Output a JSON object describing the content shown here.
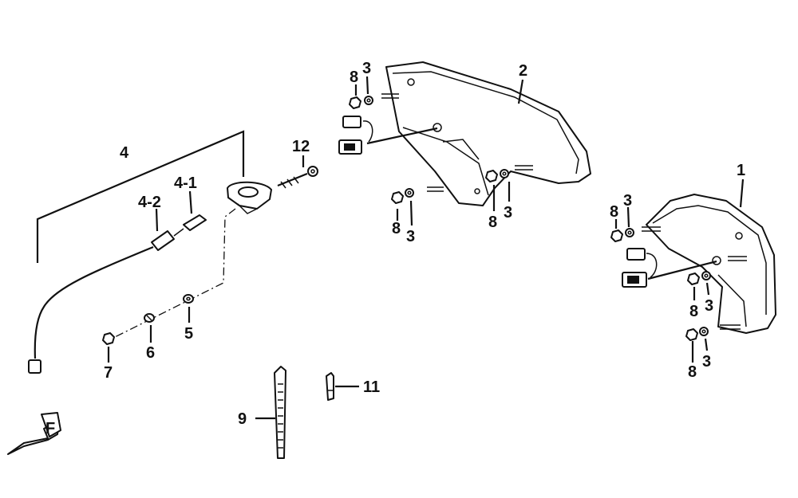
{
  "callouts": {
    "c1": "1",
    "c2": "2",
    "c3_a": "3",
    "c3_b": "3",
    "c3_c": "3",
    "c3_d": "3",
    "c3_e": "3",
    "c3_f": "3",
    "c4": "4",
    "c4_1": "4-1",
    "c4_2": "4-2",
    "c5": "5",
    "c6": "6",
    "c7": "7",
    "c8_a": "8",
    "c8_b": "8",
    "c8_c": "8",
    "c8_d": "8",
    "c8_e": "8",
    "c8_f": "8",
    "c9": "9",
    "c11": "11",
    "c12": "12"
  },
  "front_marker": "F"
}
